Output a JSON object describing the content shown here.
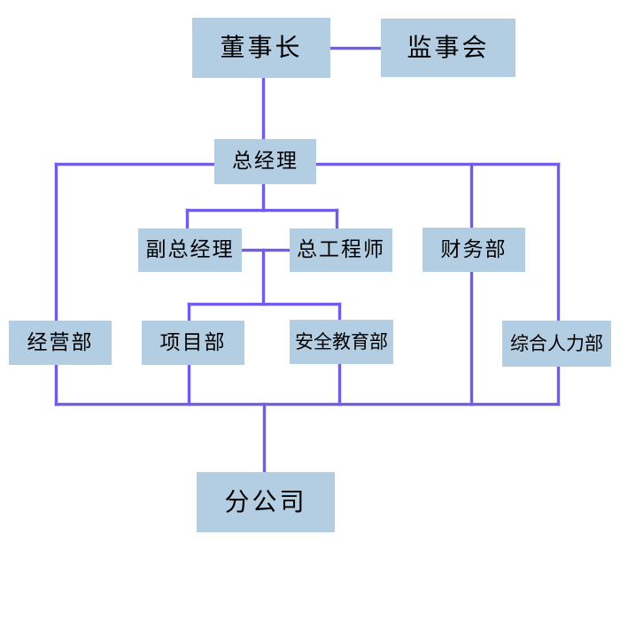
{
  "diagram": {
    "type": "org-chart",
    "colors": {
      "background": "#ffffff",
      "node_fill": "#b3cee3",
      "connector": "#6f5ce8",
      "text": "#000000"
    },
    "nodes": [
      {
        "id": "chairman",
        "label": "董事长"
      },
      {
        "id": "supervisory-board",
        "label": "监事会"
      },
      {
        "id": "general-manager",
        "label": "总经理"
      },
      {
        "id": "deputy-general-manager",
        "label": "副总经理"
      },
      {
        "id": "chief-engineer",
        "label": "总工程师"
      },
      {
        "id": "finance-department",
        "label": "财务部"
      },
      {
        "id": "operations-department",
        "label": "经营部"
      },
      {
        "id": "project-department",
        "label": "项目部"
      },
      {
        "id": "safety-education-department",
        "label": "安全教育部"
      },
      {
        "id": "general-hr-department",
        "label": "综合人力部"
      },
      {
        "id": "branch-company",
        "label": "分公司"
      }
    ],
    "edges": [
      {
        "from": "chairman",
        "to": "supervisory-board"
      },
      {
        "from": "chairman",
        "to": "general-manager"
      },
      {
        "from": "general-manager",
        "to": "deputy-general-manager"
      },
      {
        "from": "general-manager",
        "to": "chief-engineer"
      },
      {
        "from": "general-manager",
        "to": "finance-department"
      },
      {
        "from": "general-manager",
        "to": "operations-department"
      },
      {
        "from": "general-manager",
        "to": "general-hr-department"
      },
      {
        "from": "deputy-general-manager",
        "to": "chief-engineer"
      },
      {
        "from": "deputy-general-manager,chief-engineer",
        "to": "project-department"
      },
      {
        "from": "deputy-general-manager,chief-engineer",
        "to": "safety-education-department"
      },
      {
        "from": "operations-department,project-department,safety-education-department,finance-department,general-hr-department",
        "to": "branch-company"
      }
    ]
  }
}
